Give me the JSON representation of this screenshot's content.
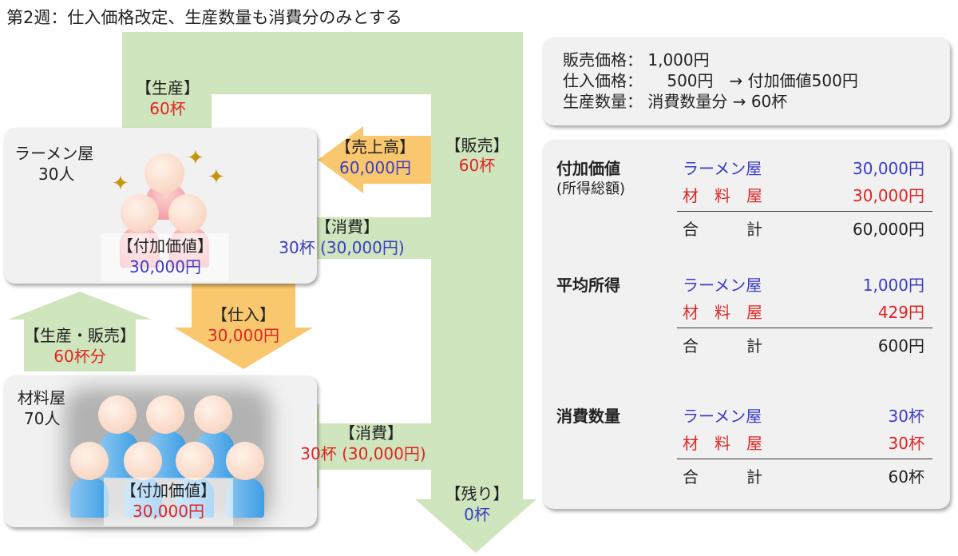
{
  "title": "第2週：仕入価格改定、生産数量も消費分のみとする",
  "colors": {
    "green": "#cfe5bd",
    "orange": "#f9c76d",
    "blue": "#3b3bc4",
    "red": "#e02424"
  },
  "ramen": {
    "name": "ラーメン屋",
    "people": "30人",
    "va_label": "【付加価値】",
    "va_value": "30,000円"
  },
  "zairyo": {
    "name": "材料屋",
    "people": "70人",
    "va_label": "【付加価値】",
    "va_value": "30,000円"
  },
  "arrows": {
    "production": {
      "label": "【生産】",
      "value": "60杯"
    },
    "sales": {
      "label": "【販売】",
      "value": "60杯"
    },
    "revenue": {
      "label": "【売上高】",
      "value": "60,000円"
    },
    "consume_ramen": {
      "label": "【消費】",
      "value": "30杯 (30,000円)"
    },
    "purchase": {
      "label": "【仕入】",
      "value": "30,000円"
    },
    "prod_sales": {
      "label": "【生産・販売】",
      "value": "60杯分"
    },
    "consume_zairyo": {
      "label": "【消費】",
      "value": "30杯 (30,000円)"
    },
    "remain": {
      "label": "【残り】",
      "value": "0杯"
    }
  },
  "conditions": [
    {
      "label": "販売価格：",
      "value": "1,000円"
    },
    {
      "label": "仕入価格：",
      "value": "500円　→ 付加価値500円"
    },
    {
      "label": "生産数量：",
      "value": "消費数量分 → 60杯"
    }
  ],
  "summary": [
    {
      "title": "付加価値",
      "subtitle": "(所得総額)",
      "ramen_label": "ラーメン屋",
      "ramen": "30,000円",
      "zairyo_label": "材　料　屋",
      "zairyo": "30,000円",
      "total_label": "合　　　計",
      "total": "60,000円"
    },
    {
      "title": "平均所得",
      "subtitle": "",
      "ramen_label": "ラーメン屋",
      "ramen": "1,000円",
      "zairyo_label": "材　料　屋",
      "zairyo": "429円",
      "total_label": "合　　　計",
      "total": "600円"
    },
    {
      "title": "消費数量",
      "subtitle": "",
      "ramen_label": "ラーメン屋",
      "ramen": "30杯",
      "zairyo_label": "材　料　屋",
      "zairyo": "30杯",
      "total_label": "合　　　計",
      "total": "60杯"
    }
  ]
}
